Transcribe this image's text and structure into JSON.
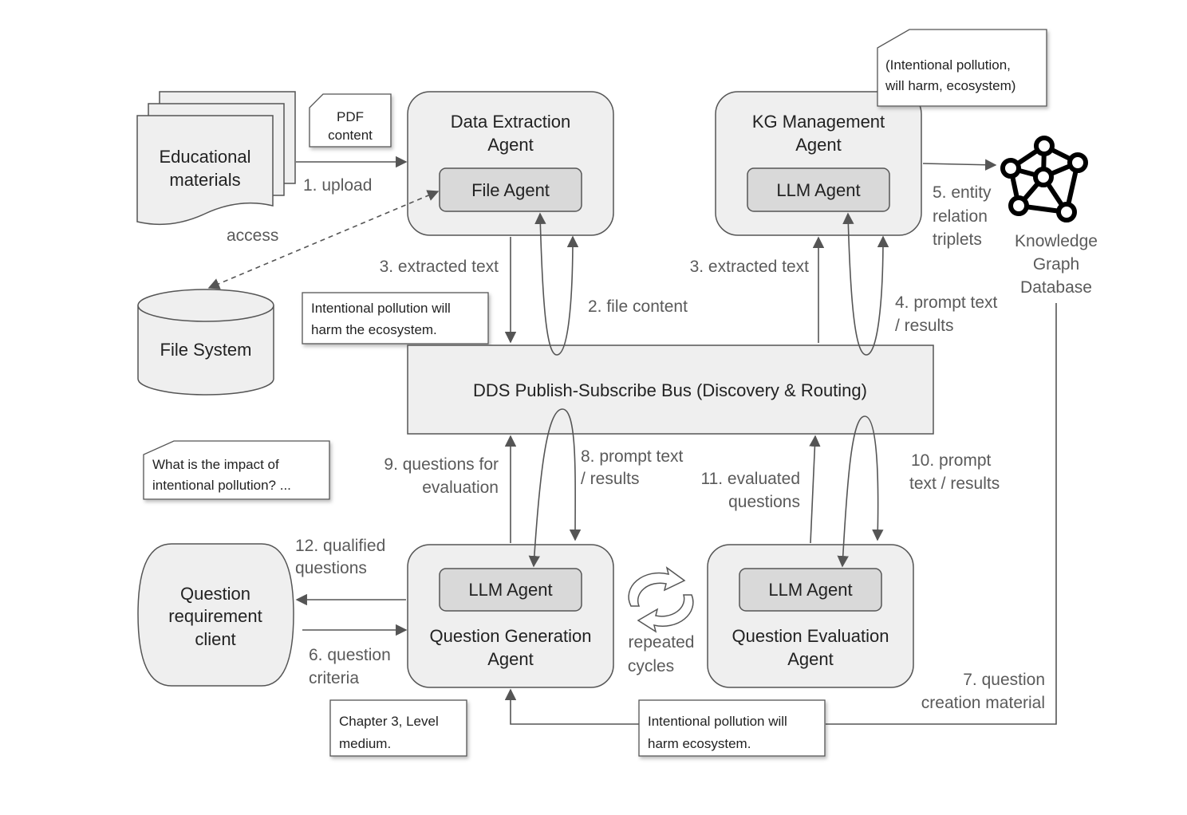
{
  "nodes": {
    "educational_materials": [
      "Educational",
      "materials"
    ],
    "file_system": "File System",
    "data_extraction_agent": [
      "Data Extraction",
      "Agent"
    ],
    "file_agent": "File Agent",
    "kg_management_agent": [
      "KG Management",
      "Agent"
    ],
    "kg_llm_agent": "LLM Agent",
    "knowledge_graph_database": [
      "Knowledge",
      "Graph",
      "Database"
    ],
    "dds_bus": "DDS Publish-Subscribe Bus (Discovery & Routing)",
    "question_requirement_client": [
      "Question",
      "requirement",
      "client"
    ],
    "qg_llm_agent": "LLM Agent",
    "question_generation_agent": [
      "Question Generation",
      "Agent"
    ],
    "qe_llm_agent": "LLM Agent",
    "question_evaluation_agent": [
      "Question Evaluation",
      "Agent"
    ]
  },
  "notes": {
    "pdf_content": [
      "PDF",
      "content"
    ],
    "kg_pollution": [
      "(Intentional pollution,",
      "will harm, ecosystem)"
    ],
    "extraction_pollution": [
      "Intentional pollution will",
      "harm the ecosystem."
    ],
    "client_question": [
      "What is the impact of",
      "intentional pollution? ..."
    ],
    "chapter": [
      "Chapter 3, Level",
      "medium."
    ],
    "material_pollution": [
      "Intentional pollution will",
      "harm ecosystem."
    ]
  },
  "edges": {
    "upload": "1. upload",
    "access": "access",
    "file_content": "2. file content",
    "extracted_text_left": "3. extracted text",
    "extracted_text_right": "3. extracted text",
    "prompt_text_kg": [
      "4. prompt text",
      "/ results"
    ],
    "entity_triplets": [
      "5. entity",
      "relation",
      "triplets"
    ],
    "question_criteria": [
      "6. question",
      "criteria"
    ],
    "question_creation_material": [
      "7. question",
      "creation material"
    ],
    "prompt_text_qg": [
      "8. prompt text",
      "/ results"
    ],
    "questions_for_evaluation": [
      "9. questions for",
      "evaluation"
    ],
    "prompt_text_qe": [
      "10. prompt",
      "text / results"
    ],
    "evaluated_questions": [
      "11. evaluated",
      "questions"
    ],
    "qualified_questions": [
      "12. qualified",
      "questions"
    ],
    "repeated_cycles": [
      "repeated",
      "cycles"
    ]
  },
  "icons": {
    "kg": "knowledge-graph-icon",
    "cycle": "repeat-cycle-icon"
  },
  "colors": {
    "box_fill": "#efefef",
    "inner_fill": "#d9d9d9",
    "stroke": "#555555",
    "label": "#5a5a5a"
  }
}
